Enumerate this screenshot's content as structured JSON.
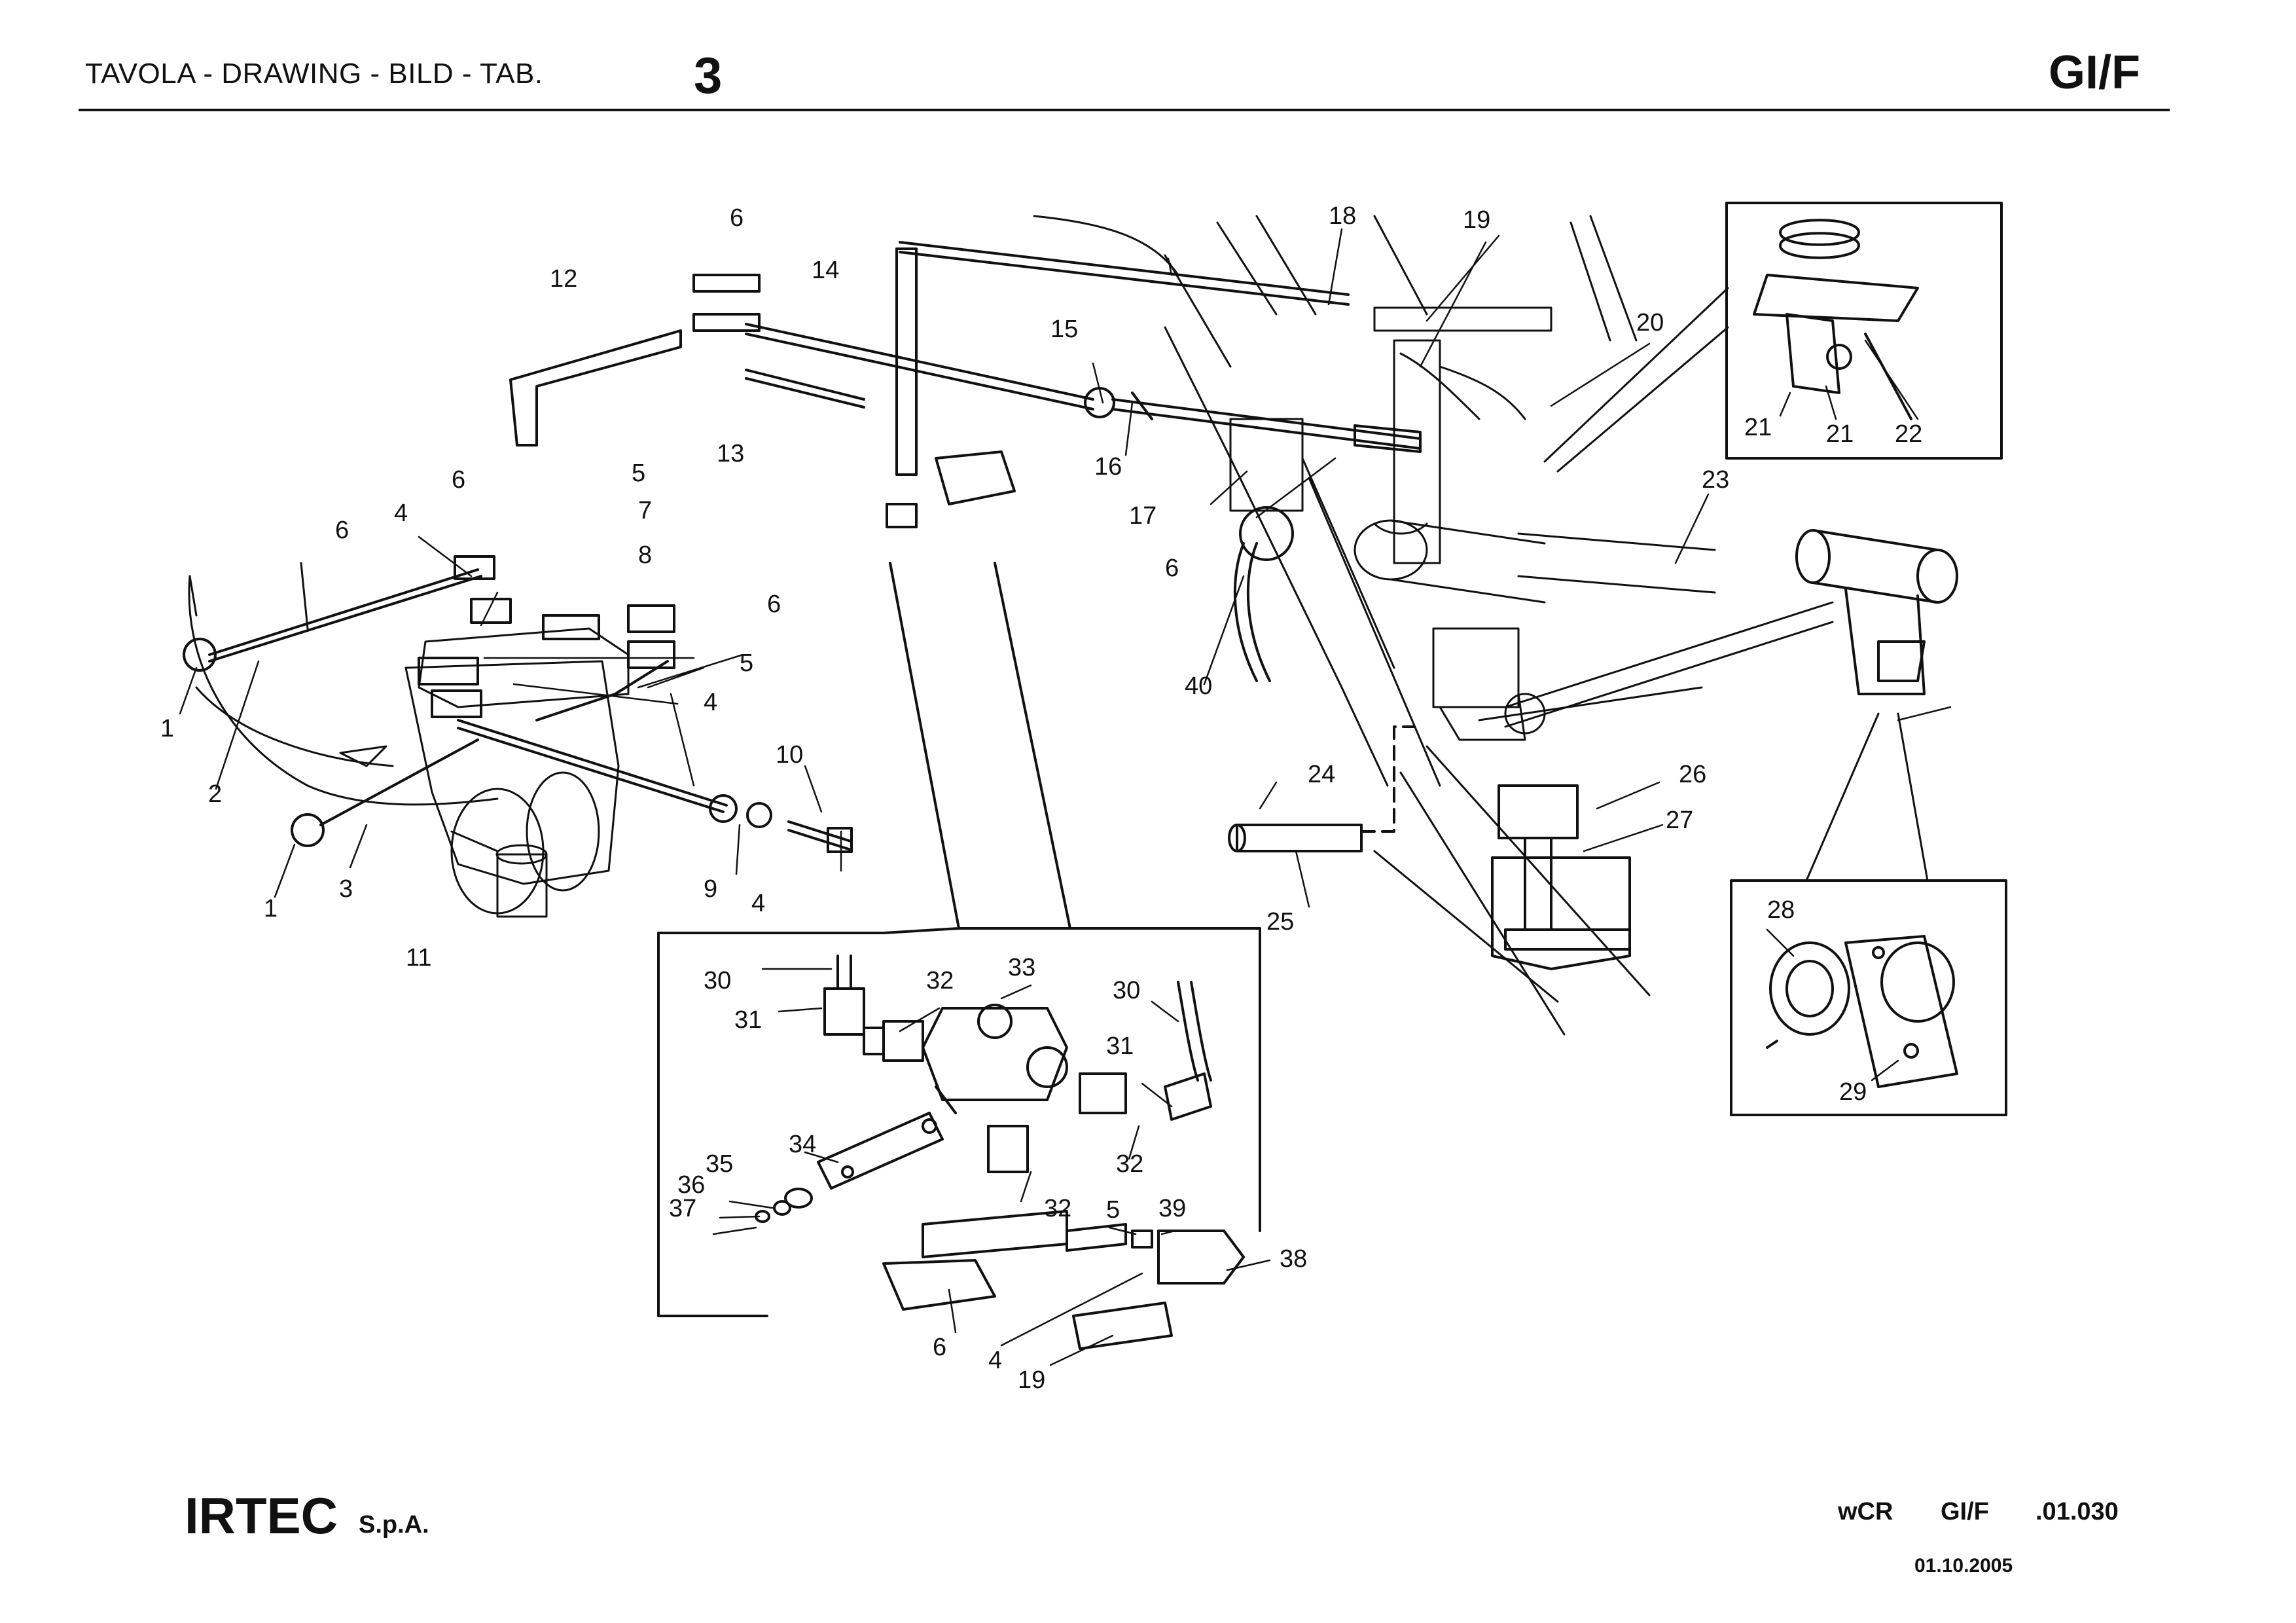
{
  "header": {
    "title": "TAVOLA - DRAWING - BILD - TAB.",
    "plate_number": "3",
    "model_code": "GI/F"
  },
  "footer": {
    "brand": "IRTEC",
    "brand_suffix": "S.p.A.",
    "ref_parts": [
      "wCR",
      "GI/F",
      ".01.030"
    ],
    "date": "01.10.2005"
  },
  "callouts": [
    {
      "label": "1"
    },
    {
      "label": "1"
    },
    {
      "label": "2"
    },
    {
      "label": "3"
    },
    {
      "label": "4"
    },
    {
      "label": "4"
    },
    {
      "label": "4"
    },
    {
      "label": "5"
    },
    {
      "label": "5"
    },
    {
      "label": "6"
    },
    {
      "label": "6"
    },
    {
      "label": "6"
    },
    {
      "label": "6"
    },
    {
      "label": "6"
    },
    {
      "label": "7"
    },
    {
      "label": "8"
    },
    {
      "label": "9"
    },
    {
      "label": "10"
    },
    {
      "label": "11"
    },
    {
      "label": "12"
    },
    {
      "label": "13"
    },
    {
      "label": "14"
    },
    {
      "label": "15"
    },
    {
      "label": "16"
    },
    {
      "label": "17"
    },
    {
      "label": "18"
    },
    {
      "label": "19"
    },
    {
      "label": "20"
    },
    {
      "label": "21"
    },
    {
      "label": "21"
    },
    {
      "label": "22"
    },
    {
      "label": "23"
    },
    {
      "label": "24"
    },
    {
      "label": "25"
    },
    {
      "label": "26"
    },
    {
      "label": "27"
    },
    {
      "label": "28"
    },
    {
      "label": "29"
    },
    {
      "label": "40"
    },
    {
      "label": "30"
    },
    {
      "label": "30"
    },
    {
      "label": "31"
    },
    {
      "label": "31"
    },
    {
      "label": "32"
    },
    {
      "label": "32"
    },
    {
      "label": "32"
    },
    {
      "label": "33"
    },
    {
      "label": "34"
    },
    {
      "label": "35"
    },
    {
      "label": "36"
    },
    {
      "label": "37"
    },
    {
      "label": "5"
    },
    {
      "label": "39"
    },
    {
      "label": "38"
    },
    {
      "label": "6"
    },
    {
      "label": "4"
    },
    {
      "label": "19"
    }
  ]
}
